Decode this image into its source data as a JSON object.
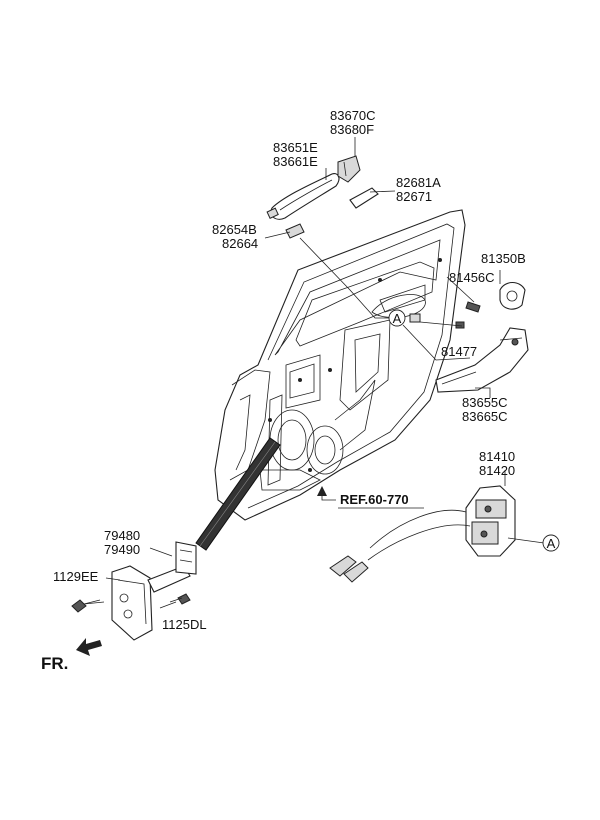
{
  "labels": {
    "p83670C": "83670C",
    "p83680F": "83680F",
    "p83651E": "83651E",
    "p83661E": "83661E",
    "p82681A": "82681A",
    "p82671": "82671",
    "p82654B": "82654B",
    "p82664": "82664",
    "p81350B": "81350B",
    "p81456C": "81456C",
    "p81477": "81477",
    "p83655C": "83655C",
    "p83665C": "83665C",
    "p81410": "81410",
    "p81420": "81420",
    "p79480": "79480",
    "p79490": "79490",
    "p1129EE": "1129EE",
    "p1125DL": "1125DL",
    "ref": "REF.60-770",
    "callout_a_1": "A",
    "callout_a_2": "A",
    "front": "FR."
  }
}
